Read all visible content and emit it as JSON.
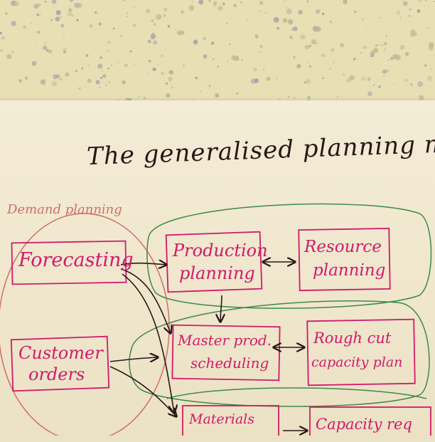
{
  "title": "The generalised planning model",
  "section_label": "Demand planning",
  "boxes": {
    "forecasting": "Forecasting",
    "customer_orders_line1": "Customer",
    "customer_orders_line2": "orders",
    "production_planning_line1": "Production",
    "production_planning_line2": "planning",
    "resource_planning_line1": "Resource",
    "resource_planning_line2": "planning",
    "master_scheduling_line1": "Master prod.",
    "master_scheduling_line2": "scheduling",
    "rough_cut_line1": "Rough cut",
    "rough_cut_line2": "capacity plan",
    "materials": "Materials",
    "capacity_req": "Capacity req"
  },
  "colors": {
    "ink_pink": "#d11a6a",
    "ink_dark": "#2a1616",
    "ink_green": "#3d8a4a",
    "ink_orange": "#d0706a",
    "paper": "#f1e9cf",
    "wall": "#e9dfb8"
  }
}
